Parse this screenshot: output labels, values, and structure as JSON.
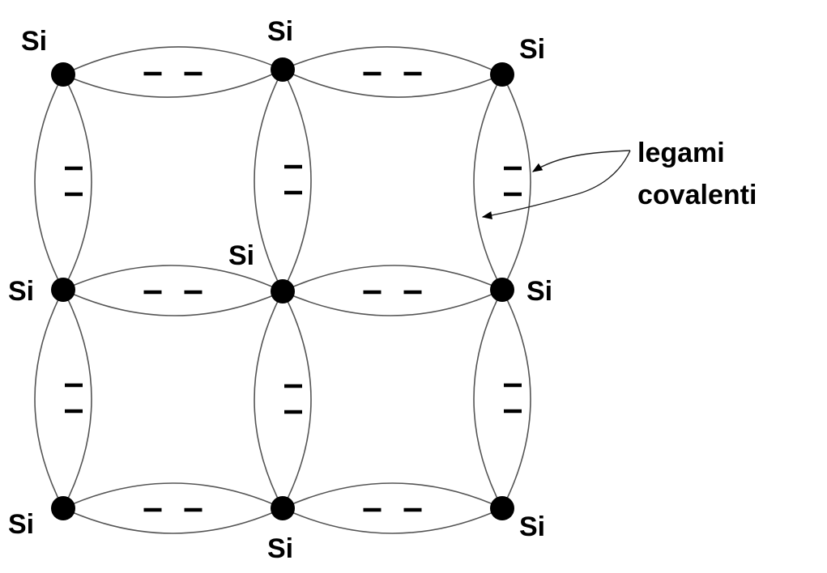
{
  "title": "Reticolo cristallino del silicio",
  "atom_label": "Si",
  "atoms": [
    {
      "label": "Si",
      "row": 0,
      "col": 0
    },
    {
      "label": "Si",
      "row": 0,
      "col": 1
    },
    {
      "label": "Si",
      "row": 0,
      "col": 2
    },
    {
      "label": "Si",
      "row": 1,
      "col": 0
    },
    {
      "label": "Si",
      "row": 1,
      "col": 1
    },
    {
      "label": "Si",
      "row": 1,
      "col": 2
    },
    {
      "label": "Si",
      "row": 2,
      "col": 0
    },
    {
      "label": "Si",
      "row": 2,
      "col": 1
    },
    {
      "label": "Si",
      "row": 2,
      "col": 2
    }
  ],
  "bond_electron_symbol": "–",
  "annotation": {
    "line1": "legami",
    "line2": "covalenti"
  }
}
